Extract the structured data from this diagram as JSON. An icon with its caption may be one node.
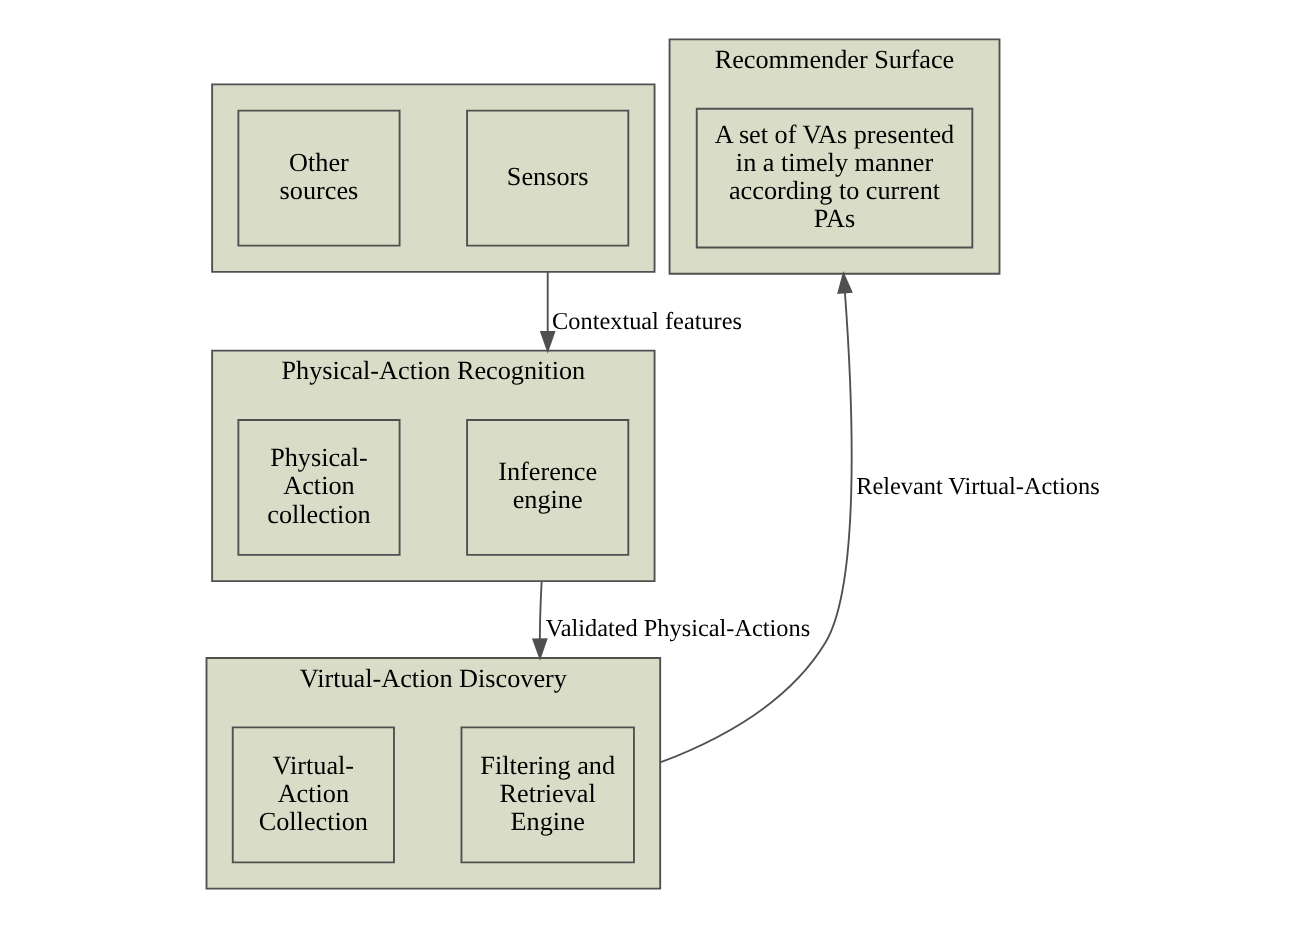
{
  "diagram": {
    "nodes": [
      {
        "text": [],
        "shape": "box"
      },
      {
        "text": [
          "Sensors"
        ],
        "in": 0
      },
      {
        "text": [
          "Other sources"
        ],
        "in": 0
      },
      {
        "text": [
          "Physical-Action Recognition"
        ]
      },
      {
        "text": [
          "Inference engine"
        ],
        "in": 3
      },
      {
        "text": [
          "Physical-Action collection"
        ],
        "in": 3
      },
      {
        "text": [
          "Recommender Surface"
        ]
      },
      {
        "text": [
          "A set of VAs presented in a timely manner according to current PAs"
        ],
        "in": 6
      },
      {
        "text": [
          "Virtual-Action Discovery"
        ]
      },
      {
        "text": [
          "Filtering and Retrieval Engine"
        ],
        "in": 8
      },
      {
        "text": [
          "Virtual-Action Collection"
        ],
        "in": 8
      }
    ],
    "edges": [
      {
        "from": 0,
        "to": 3,
        "arrow": "to",
        "label": "Contextual features"
      },
      {
        "from": 3,
        "to": 8,
        "arrow": "to",
        "label": "Validated Physical-Actions"
      },
      {
        "from": 8,
        "to": 6,
        "arrow": "to",
        "label": "Relevant Virtual-Actions"
      }
    ]
  }
}
